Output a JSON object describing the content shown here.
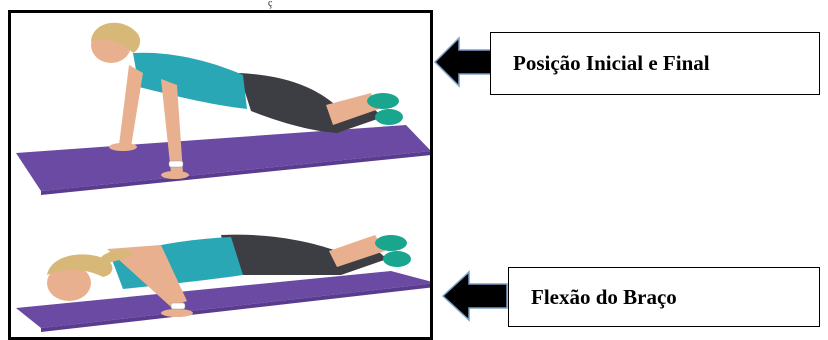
{
  "header": {
    "cut_text": "ç"
  },
  "labels": {
    "start_end": "Posição Inicial e Final",
    "arm_flexion": "Flexão do Braço"
  },
  "colors": {
    "mat": "#6b4aa3",
    "mat_edge": "#5a3c8e",
    "tank_top": "#2aa7b4",
    "leggings": "#3d3d44",
    "skin": "#e8b08f",
    "hair": "#d8b878",
    "shoes": "#1aa68e"
  },
  "icons": {
    "arrow": "left-arrow-icon"
  }
}
